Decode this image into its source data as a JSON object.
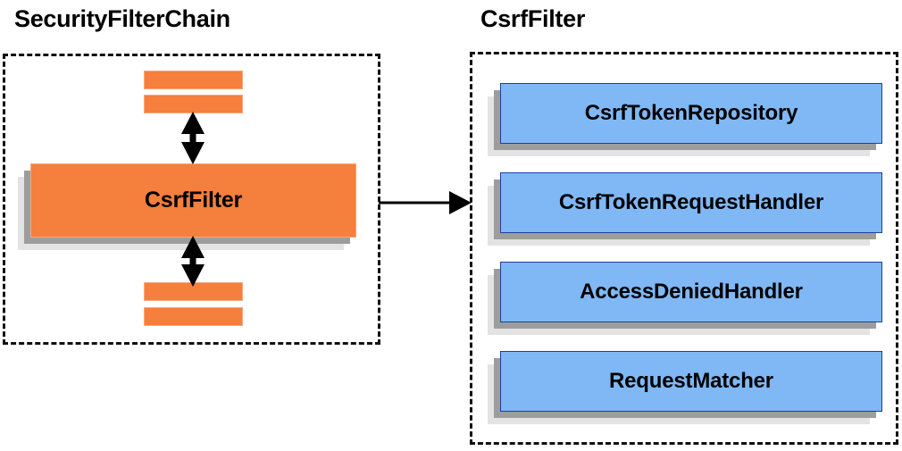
{
  "diagram": {
    "title_left": "SecurityFilterChain",
    "title_right": "CsrfFilter",
    "colors": {
      "orange_fill": "#F57F3C",
      "orange_border": "#F9A878",
      "blue_fill": "#7FB8F5",
      "blue_border": "#1F3F9E",
      "shadow_dark": "#9D9D9D",
      "shadow_light": "#E3E3E3",
      "outline_dashed": "#111111",
      "arrow": "#000000",
      "background": "#FFFFFF"
    }
  },
  "left_panel": {
    "group_label": "SecurityFilterChain",
    "focus_node": {
      "label": "CsrfFilter"
    },
    "strips_above": [
      {
        "label": ""
      },
      {
        "label": ""
      }
    ],
    "strips_below": [
      {
        "label": ""
      },
      {
        "label": ""
      }
    ],
    "arrows": [
      {
        "name": "arrow-above-csrffilter",
        "direction": "bidirectional"
      },
      {
        "name": "arrow-below-csrffilter",
        "direction": "bidirectional"
      }
    ]
  },
  "right_panel": {
    "group_label": "CsrfFilter",
    "collaborators": [
      {
        "label": "CsrfTokenRepository"
      },
      {
        "label": "CsrfTokenRequestHandler"
      },
      {
        "label": "AccessDeniedHandler"
      },
      {
        "label": "RequestMatcher"
      }
    ]
  },
  "connector": {
    "name": "left-to-right-expansion-arrow",
    "direction": "right"
  }
}
